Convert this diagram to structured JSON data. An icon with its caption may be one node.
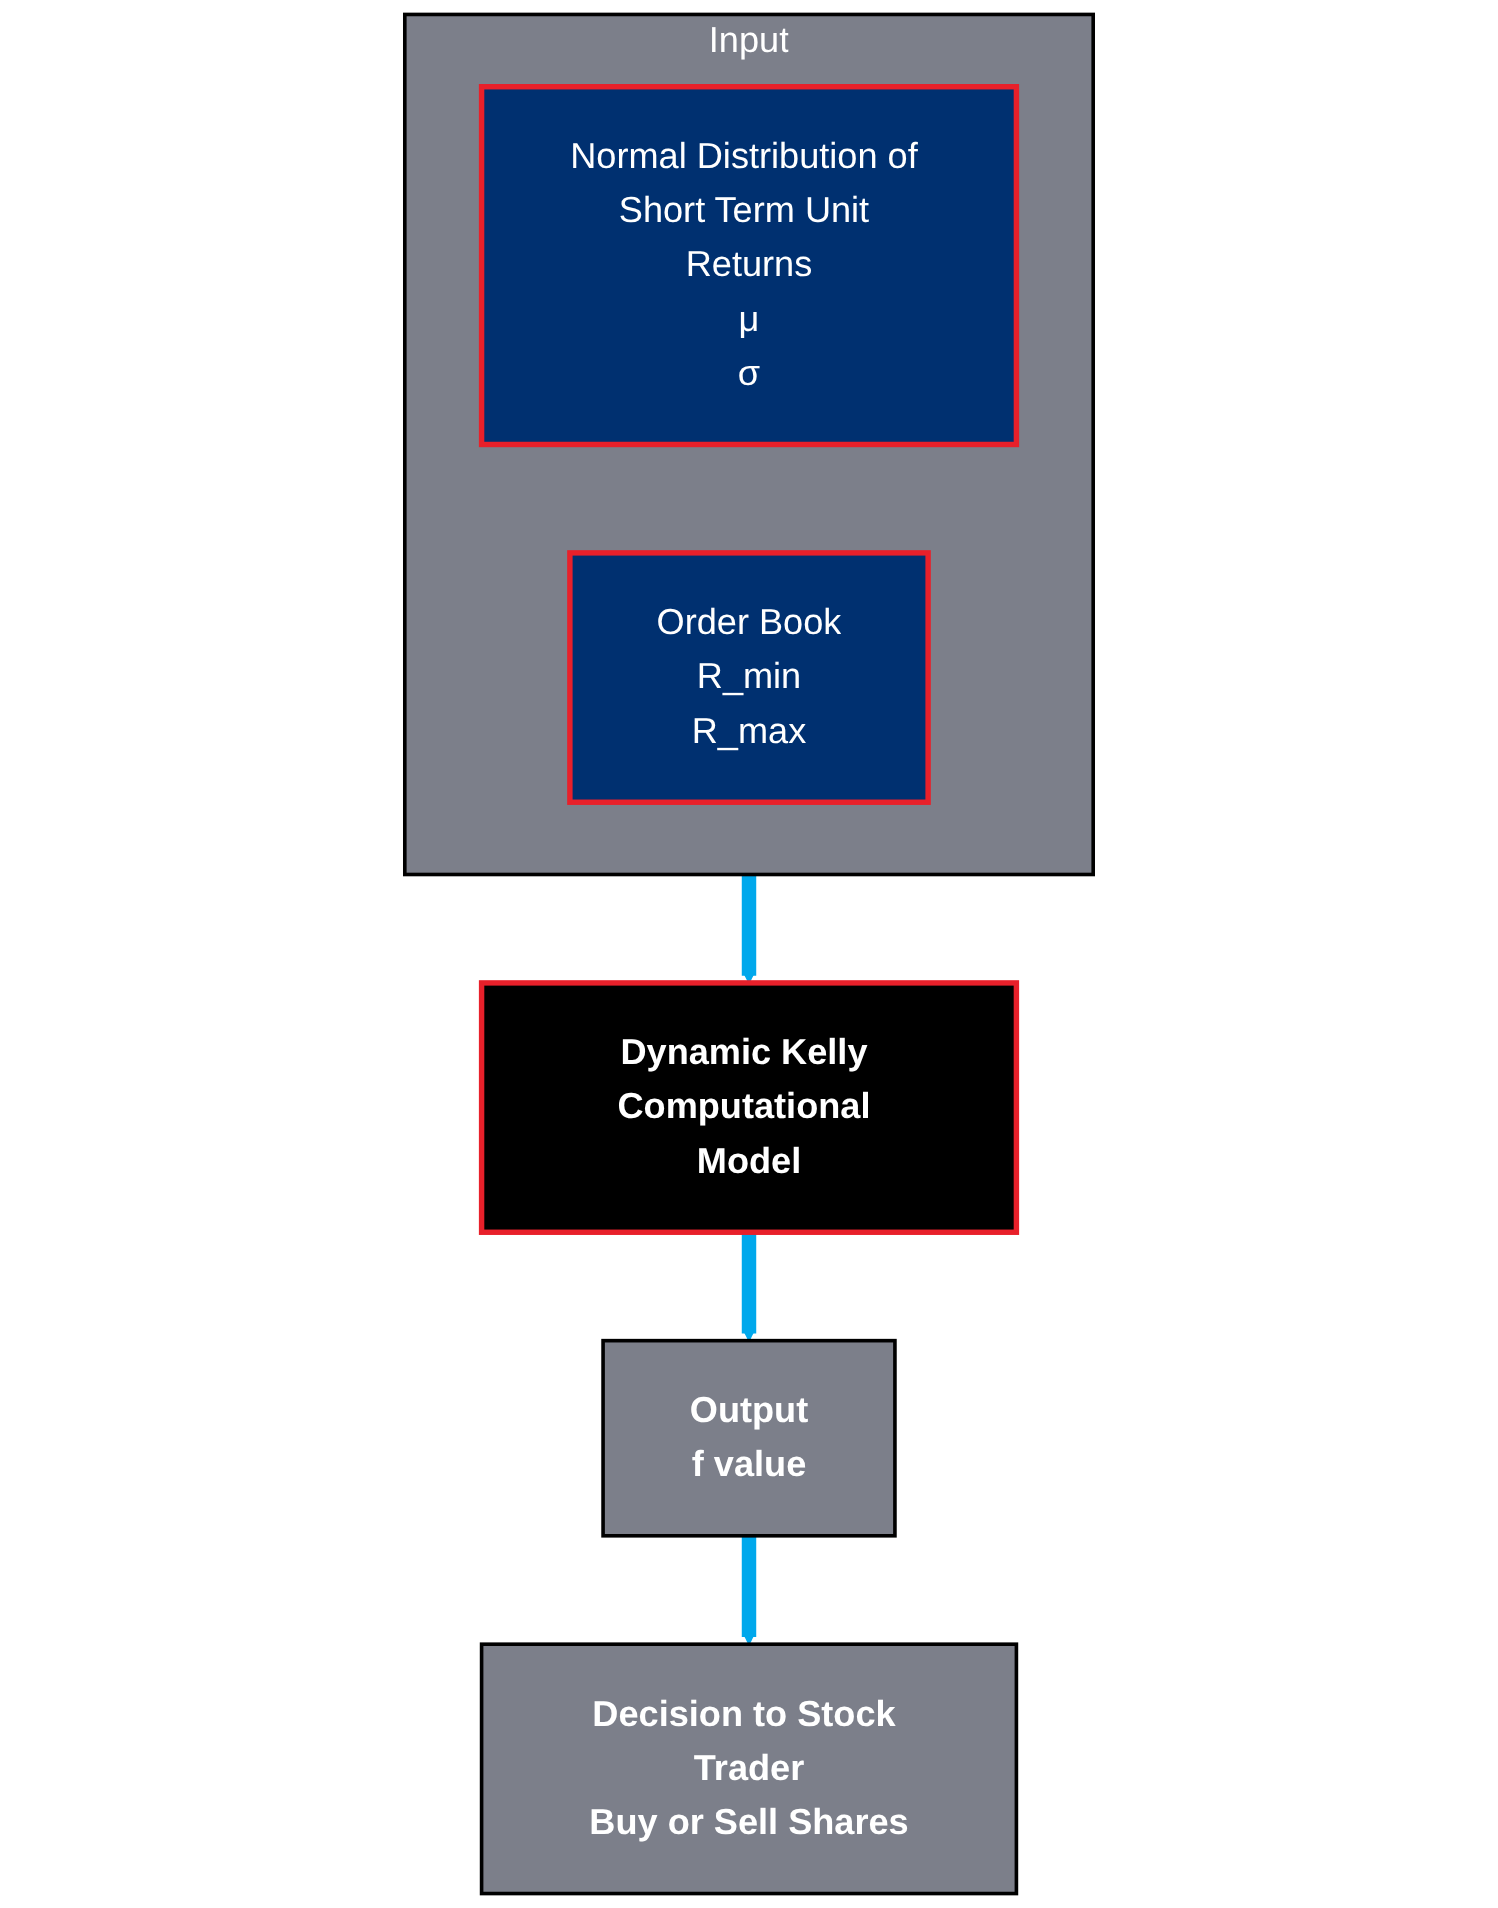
{
  "diagram": {
    "nodes": [
      {
        "text": [
          "Input"
        ]
      },
      {
        "text": [
          "Normal Distribution of Short Term Unit Returns",
          "μ",
          "σ"
        ],
        "in": 0
      },
      {
        "text": [
          "Order Book",
          "R_min",
          "R_max"
        ],
        "in": 0
      },
      {
        "text": [
          "Dynamic Kelly Computational Model"
        ]
      },
      {
        "text": [
          "Output",
          "f value"
        ]
      },
      {
        "text": [
          "Decision to Stock Trader",
          "Buy or Sell Shares"
        ]
      }
    ],
    "edges": [
      {
        "from": 0,
        "to": 3,
        "arrow": "to"
      },
      {
        "from": 3,
        "to": 4,
        "arrow": "to"
      },
      {
        "from": 4,
        "to": 5,
        "arrow": "to"
      }
    ]
  }
}
